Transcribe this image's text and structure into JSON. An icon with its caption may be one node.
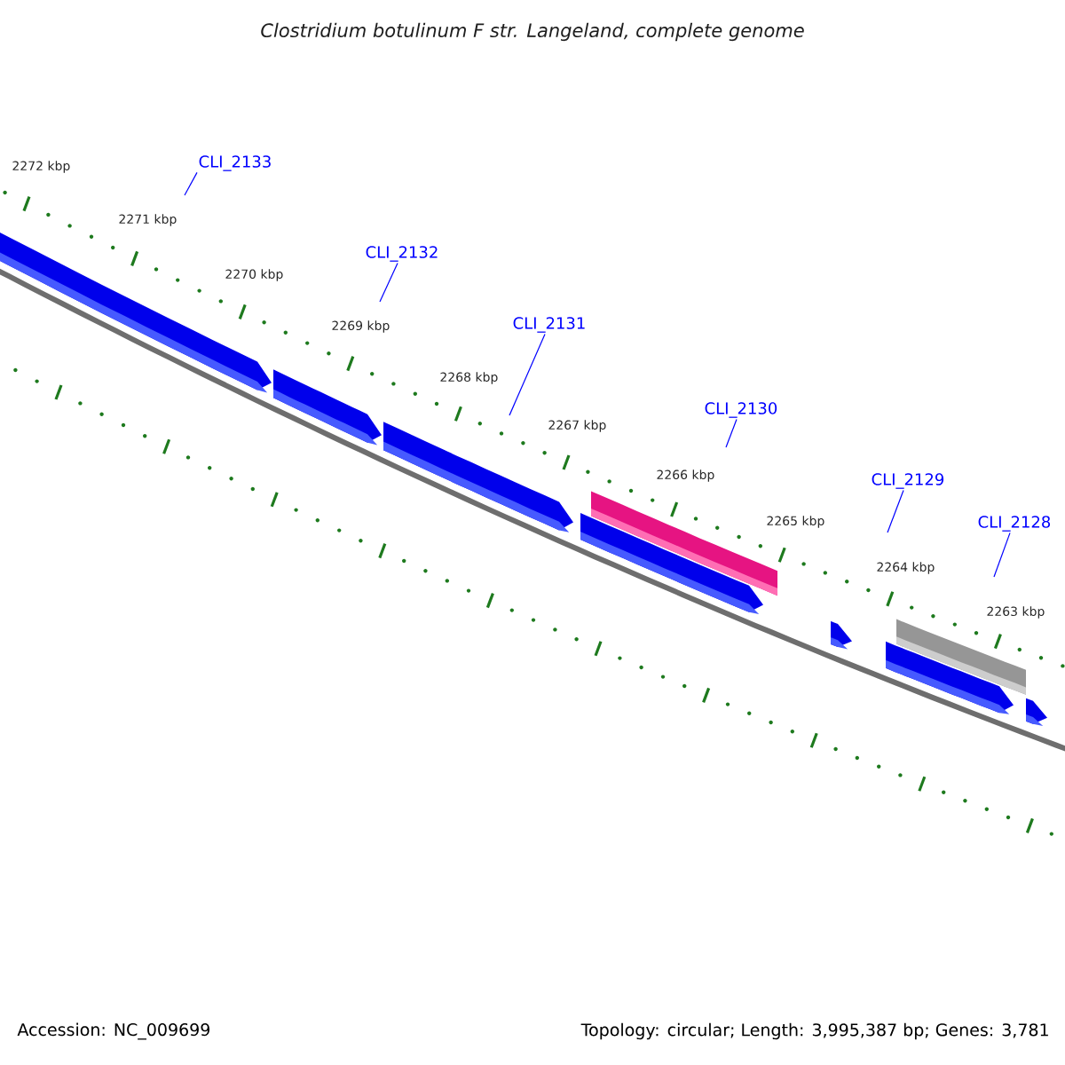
{
  "diagram": {
    "title": "Clostridium botulinum F str. Langeland, complete genome",
    "nodes": [
      {
        "text": [
          "CLI_2133"
        ]
      },
      {
        "text": [
          "CLI_2132"
        ]
      },
      {
        "text": [
          "CLI_2131"
        ]
      },
      {
        "text": [
          "CLI_2130"
        ]
      },
      {
        "text": [
          "CLI_2129"
        ]
      },
      {
        "text": [
          "CLI_2128"
        ]
      }
    ],
    "edges": [
      {
        "from": 0,
        "to": null,
        "arrow": "none"
      },
      {
        "from": 1,
        "to": null,
        "arrow": "none"
      },
      {
        "from": 2,
        "to": null,
        "arrow": "none"
      },
      {
        "from": 3,
        "to": null,
        "arrow": "none"
      },
      {
        "from": 4,
        "to": null,
        "arrow": "none"
      },
      {
        "from": 5,
        "to": null,
        "arrow": "none"
      }
    ],
    "labels": [
      "2272 kbp",
      "2271 kbp",
      "2270 kbp",
      "2269 kbp",
      "2268 kbp",
      "2267 kbp",
      "2266 kbp",
      "2265 kbp",
      "2264 kbp",
      "2263 kbp",
      "Accession: NC_009699",
      "Topology: circular; Length: 3,995,387 bp; Genes: 3,781"
    ]
  }
}
